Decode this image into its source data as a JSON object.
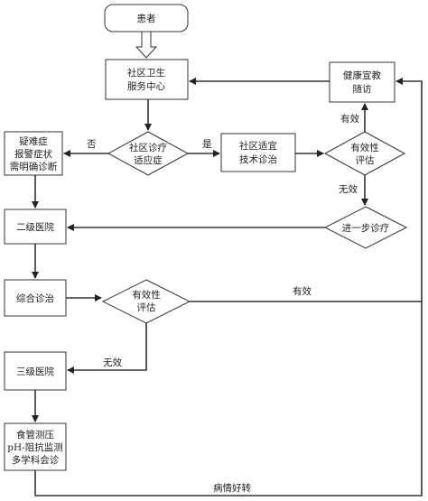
{
  "nodes": {
    "patient": "患者",
    "community_center": [
      "社区卫生",
      "服务中心"
    ],
    "community_indication": [
      "社区诊疗",
      "适应症"
    ],
    "suspected": [
      "疑难症",
      "报警症状",
      "需明确诊断"
    ],
    "community_tech": [
      "社区适宜",
      "技术诊治"
    ],
    "eval1": [
      "有效性",
      "评估"
    ],
    "health_edu": [
      "健康宣教",
      "随访"
    ],
    "further_dx": "进一步诊疗",
    "secondary_hospital": "二级医院",
    "comprehensive": "综合诊治",
    "eval2": [
      "有效性",
      "评估"
    ],
    "tertiary_hospital": "三级医院",
    "tests": [
      "食管测压",
      "pH-阻抗监测",
      "多学科会诊"
    ]
  },
  "edge_labels": {
    "no": "否",
    "yes": "是",
    "effective_up": "有效",
    "ineffective_down": "无效",
    "effective_right": "有效",
    "ineffective_left": "无效",
    "improved": "病情好转"
  }
}
